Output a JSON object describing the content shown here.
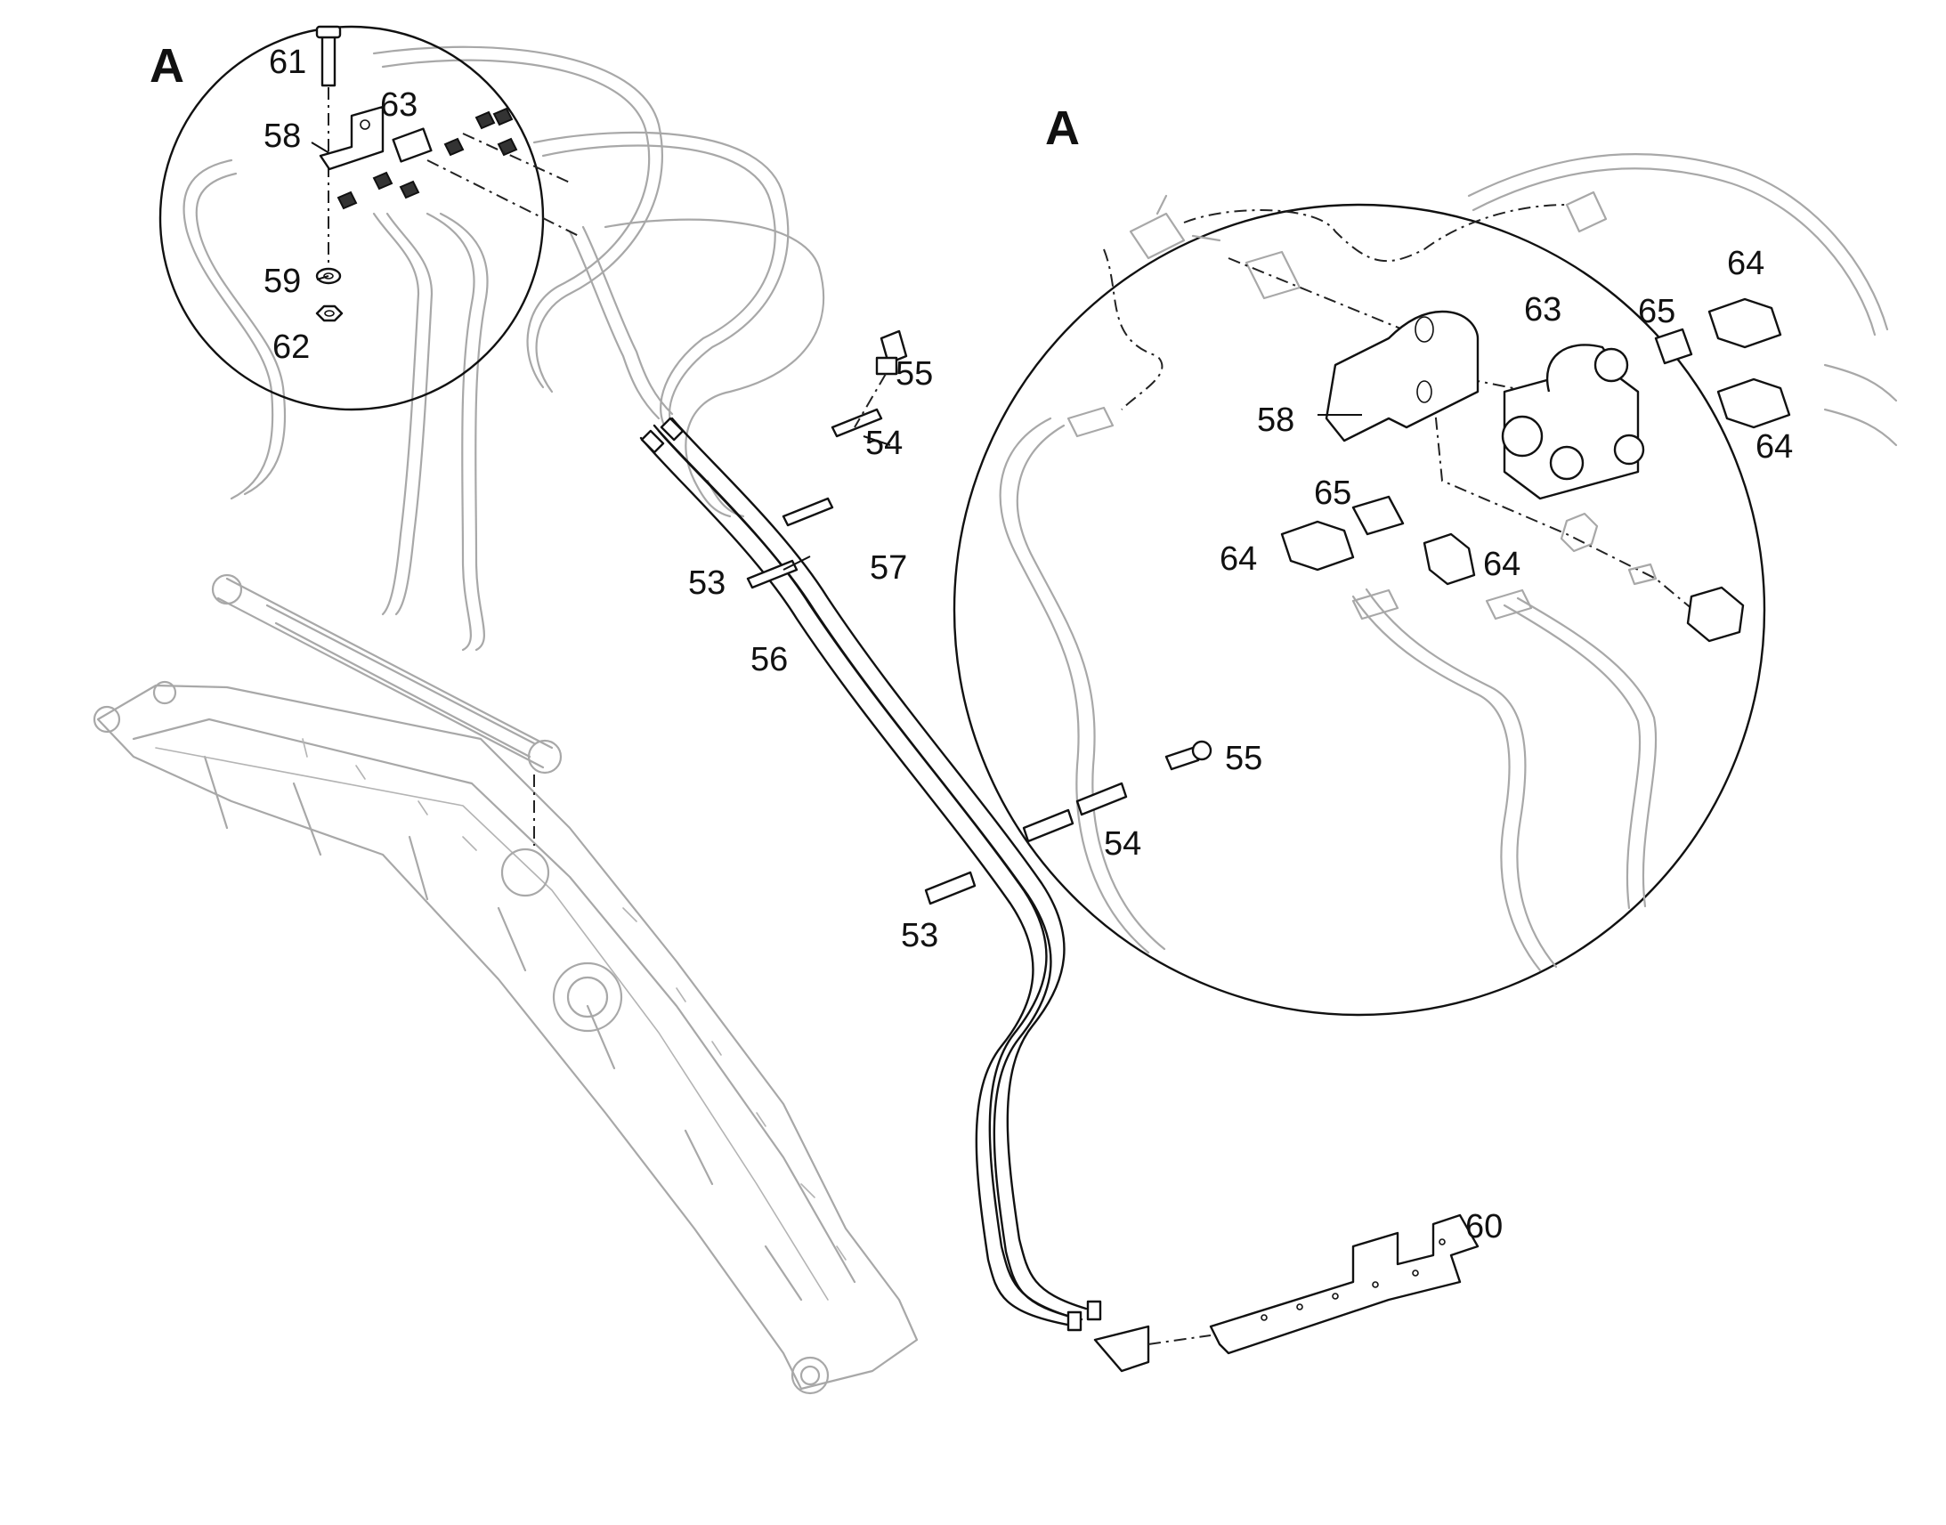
{
  "views": [
    {
      "id": "detail-small",
      "label": "A"
    },
    {
      "id": "detail-large",
      "label": "A"
    }
  ],
  "callouts": [
    {
      "id": "c61",
      "text": "61"
    },
    {
      "id": "c58a",
      "text": "58"
    },
    {
      "id": "c63a",
      "text": "63"
    },
    {
      "id": "c59",
      "text": "59"
    },
    {
      "id": "c62",
      "text": "62"
    },
    {
      "id": "c55a",
      "text": "55"
    },
    {
      "id": "c54a",
      "text": "54"
    },
    {
      "id": "c53a",
      "text": "53"
    },
    {
      "id": "c57",
      "text": "57"
    },
    {
      "id": "c56",
      "text": "56"
    },
    {
      "id": "c53b",
      "text": "53"
    },
    {
      "id": "c60",
      "text": "60"
    },
    {
      "id": "c63b",
      "text": "63"
    },
    {
      "id": "c65a",
      "text": "65"
    },
    {
      "id": "c64a",
      "text": "64"
    },
    {
      "id": "c58b",
      "text": "58"
    },
    {
      "id": "c64b",
      "text": "64"
    },
    {
      "id": "c65b",
      "text": "65"
    },
    {
      "id": "c64c",
      "text": "64"
    },
    {
      "id": "c64d",
      "text": "64"
    },
    {
      "id": "c55b",
      "text": "55"
    },
    {
      "id": "c54b",
      "text": "54"
    }
  ]
}
